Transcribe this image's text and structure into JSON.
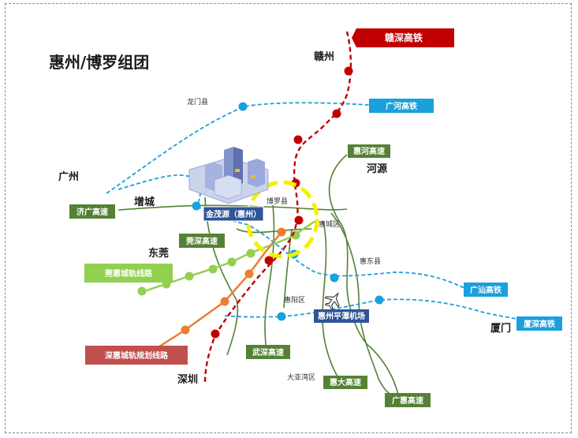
{
  "title": "惠州/博罗组团",
  "cities": {
    "ganzhou": "赣州",
    "guangzhou": "广州",
    "zengcheng": "增城",
    "dongguan": "东莞",
    "heyuan": "河源",
    "shenzhen": "深圳",
    "xiamen": "厦门"
  },
  "districts": {
    "longmen": "龙门县",
    "boluo": "博罗县",
    "huicheng": "惠城区",
    "huidong": "惠东县",
    "huiyang": "惠阳区",
    "dayawan": "大亚湾区"
  },
  "labels": {
    "ganshen_hsr": "赣深高铁",
    "guanghe_hsr": "广河高铁",
    "guangshan_hsr": "广汕高铁",
    "xiashen_hsr": "厦深高铁",
    "heihe_expressway": "惠河高速",
    "jiguang_expressway": "济广高速",
    "jinmaoyuan": "金茂源（惠州）",
    "guanshen_expressway": "莞深高速",
    "guanhui_rail": "莞惠城轨线路",
    "shenhui_rail": "深惠城轨规划线路",
    "wushen_expressway": "武深高速",
    "pingtan_airport": "惠州平潭机场",
    "huida_expressway": "惠大高速",
    "guanghui_expressway": "广惠高速"
  },
  "colors": {
    "hsr_red": "#c00000",
    "hsr_cyan": "#1aa0dc",
    "expressway_green": "#548235",
    "rail_lightgreen": "#92d050",
    "rail_orange": "#ed7d31",
    "highlight_yellow": "#f5f000",
    "label_blue": "#2f5597",
    "label_red": "#c0504d"
  },
  "icons": [
    "airplane-icon",
    "building-cluster-icon"
  ]
}
